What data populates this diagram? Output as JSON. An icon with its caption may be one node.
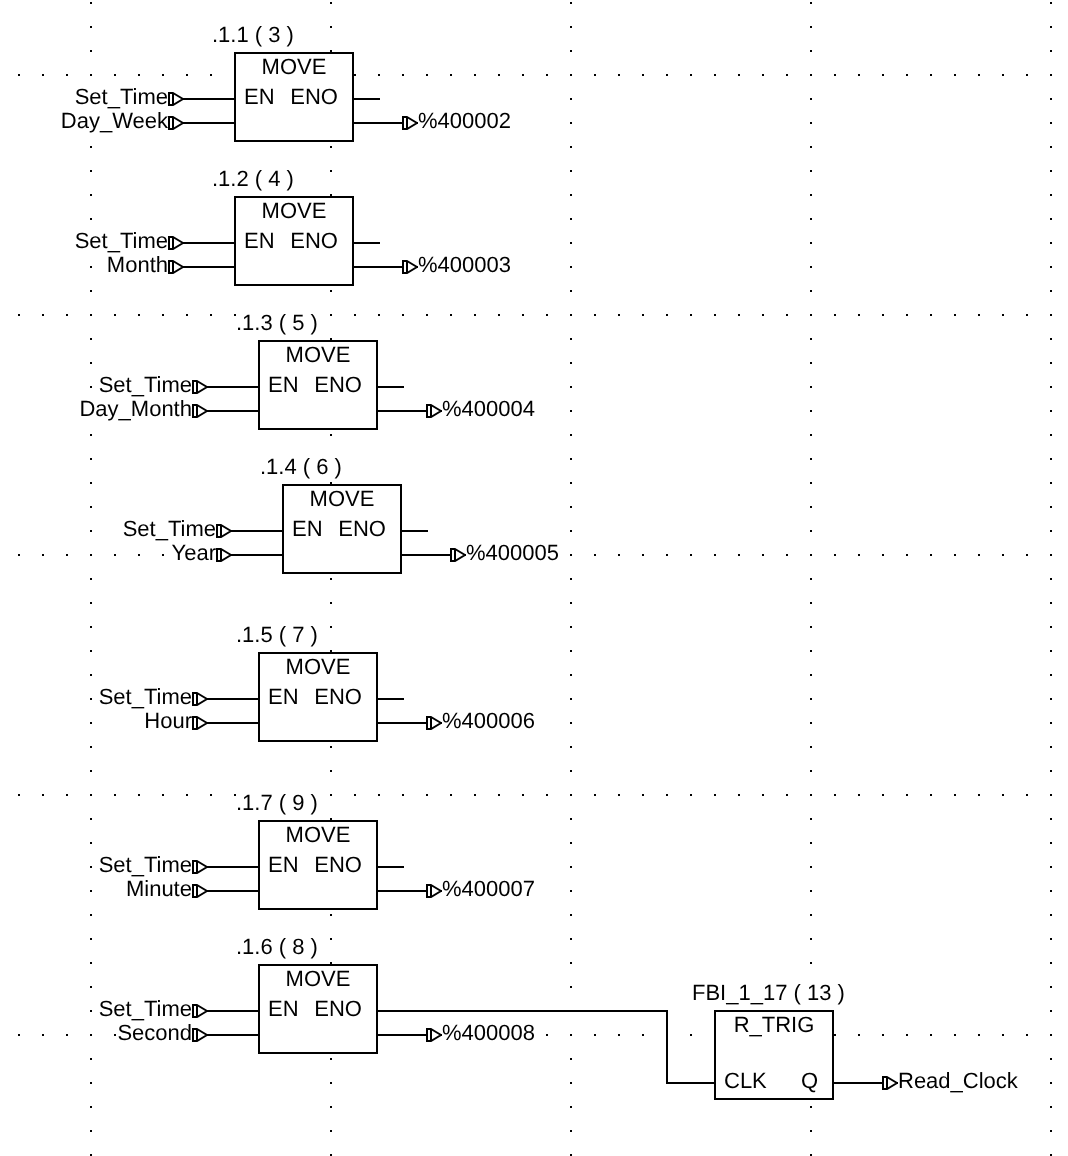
{
  "diagram": {
    "nodes": [
      {
        "text": [
          ".1.1 ( 3 )",
          "MOVE",
          "EN",
          "ENO"
        ]
      },
      {
        "text": [
          "Set_Time"
        ]
      },
      {
        "text": [
          "Day_Week"
        ]
      },
      {
        "text": [
          "%400002"
        ]
      },
      {
        "text": [
          ".1.2 ( 4 )",
          "MOVE",
          "EN",
          "ENO"
        ]
      },
      {
        "text": [
          "Set_Time"
        ]
      },
      {
        "text": [
          "Month"
        ]
      },
      {
        "text": [
          "%400003"
        ]
      },
      {
        "text": [
          ".1.3 ( 5 )",
          "MOVE",
          "EN",
          "ENO"
        ]
      },
      {
        "text": [
          "Set_Time"
        ]
      },
      {
        "text": [
          "Day_Month"
        ]
      },
      {
        "text": [
          "%400004"
        ]
      },
      {
        "text": [
          ".1.4 ( 6 )",
          "MOVE",
          "EN",
          "ENO"
        ]
      },
      {
        "text": [
          "Set_Time"
        ]
      },
      {
        "text": [
          "Year"
        ]
      },
      {
        "text": [
          "%400005"
        ]
      },
      {
        "text": [
          ".1.5 ( 7 )",
          "MOVE",
          "EN",
          "ENO"
        ]
      },
      {
        "text": [
          "Set_Time"
        ]
      },
      {
        "text": [
          "Hour"
        ]
      },
      {
        "text": [
          "%400006"
        ]
      },
      {
        "text": [
          ".1.7 ( 9 )",
          "MOVE",
          "EN",
          "ENO"
        ]
      },
      {
        "text": [
          "Set_Time"
        ]
      },
      {
        "text": [
          "Minute"
        ]
      },
      {
        "text": [
          "%400007"
        ]
      },
      {
        "text": [
          ".1.6 ( 8 )",
          "MOVE",
          "EN",
          "ENO"
        ]
      },
      {
        "text": [
          "Set_Time"
        ]
      },
      {
        "text": [
          "Second"
        ]
      },
      {
        "text": [
          "%400008"
        ]
      },
      {
        "text": [
          "FBI_1_17 ( 13 )",
          "R_TRIG",
          "CLK",
          "Q"
        ]
      },
      {
        "text": [
          "Read_Clock"
        ]
      }
    ],
    "edges": [
      {
        "from": 1,
        "to": 0,
        "arrow": "other"
      },
      {
        "from": 2,
        "to": 0,
        "arrow": "other"
      },
      {
        "from": 0,
        "to": null,
        "arrow": "none"
      },
      {
        "from": 0,
        "to": 3,
        "arrow": "to"
      },
      {
        "from": 5,
        "to": 4,
        "arrow": "other"
      },
      {
        "from": 6,
        "to": 4,
        "arrow": "other"
      },
      {
        "from": 4,
        "to": null,
        "arrow": "none"
      },
      {
        "from": 4,
        "to": 7,
        "arrow": "to"
      },
      {
        "from": 9,
        "to": 8,
        "arrow": "other"
      },
      {
        "from": 10,
        "to": 8,
        "arrow": "other"
      },
      {
        "from": 8,
        "to": null,
        "arrow": "none"
      },
      {
        "from": 8,
        "to": 11,
        "arrow": "to"
      },
      {
        "from": 13,
        "to": 12,
        "arrow": "other"
      },
      {
        "from": 14,
        "to": 12,
        "arrow": "other"
      },
      {
        "from": 12,
        "to": null,
        "arrow": "none"
      },
      {
        "from": 12,
        "to": 15,
        "arrow": "to"
      },
      {
        "from": 17,
        "to": 16,
        "arrow": "other"
      },
      {
        "from": 18,
        "to": 16,
        "arrow": "other"
      },
      {
        "from": 16,
        "to": null,
        "arrow": "none"
      },
      {
        "from": 16,
        "to": 19,
        "arrow": "to"
      },
      {
        "from": 21,
        "to": 20,
        "arrow": "other"
      },
      {
        "from": 22,
        "to": 20,
        "arrow": "other"
      },
      {
        "from": 20,
        "to": null,
        "arrow": "none"
      },
      {
        "from": 20,
        "to": 23,
        "arrow": "to"
      },
      {
        "from": 25,
        "to": 24,
        "arrow": "other"
      },
      {
        "from": 26,
        "to": 24,
        "arrow": "other"
      },
      {
        "from": 24,
        "to": 28,
        "arrow": "none"
      },
      {
        "from": 24,
        "to": 27,
        "arrow": "to"
      },
      {
        "from": 28,
        "to": 29,
        "arrow": "to"
      }
    ]
  }
}
